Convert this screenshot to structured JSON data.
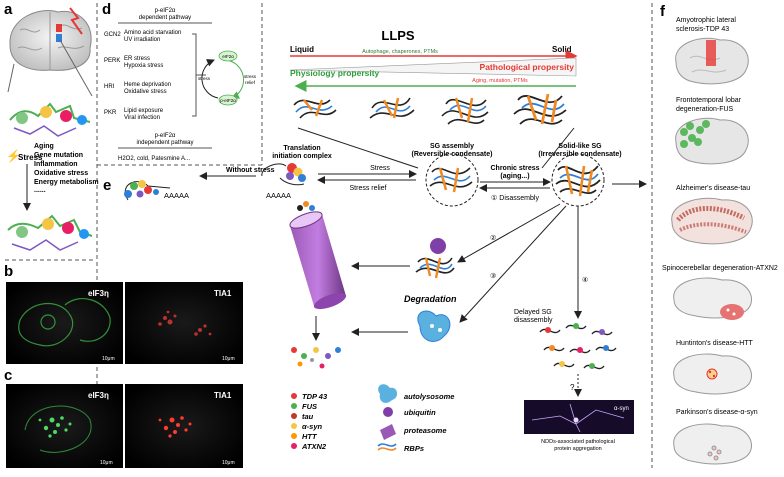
{
  "panels": {
    "a": "a",
    "b": "b",
    "c": "c",
    "d": "d",
    "e": "e",
    "f": "f"
  },
  "panel_a": {
    "stress_label": "Stress",
    "factors": [
      "Aging",
      "Gene mutation",
      "Inflammation",
      "Oxidative stress",
      "Energy metabolism"
    ],
    "dots": "......"
  },
  "panel_b": {
    "left_label": "eIF3η",
    "right_label": "TIA1",
    "scale_left": "10μm",
    "scale_right": "10μm"
  },
  "panel_c": {
    "left_label": "eIF3η",
    "right_label": "TIA1",
    "scale_left": "10μm",
    "scale_right": "10μm"
  },
  "panel_d": {
    "dependent_title": "p-eIF2α\ndependent pathway",
    "kinases": [
      {
        "name": "GCN2",
        "stimuli": [
          "Amino acid starvation",
          "UV irradiation"
        ]
      },
      {
        "name": "PERK",
        "stimuli": [
          "ER stress",
          "Hypoxia stress"
        ]
      },
      {
        "name": "HRI",
        "stimuli": [
          "Heme deprivation",
          "Oxidative stress"
        ]
      },
      {
        "name": "PKR",
        "stimuli": [
          "Lipid exposure",
          "Viral infection"
        ]
      }
    ],
    "cycle": {
      "top": "eIF2α",
      "bottom": "p-eIF2α",
      "left": "stress",
      "right": "stress relief"
    },
    "independent_title": "p-eIF2α\nindependent pathway",
    "independent_items": "H2O2, cold, Patesmine A..."
  },
  "llps": {
    "title": "LLPS",
    "liquid": "Liquid",
    "solid": "Solid",
    "top_arrow": "Autophage, chaperones, PTMs",
    "bottom_arrow": "Aging, mutation, PTMs",
    "physiology": "Physiology propersity",
    "pathological": "Pathological propersity"
  },
  "panel_e": {
    "translation_complex": "Translation\ninitiation complex",
    "without_stress": "Without stress",
    "polyA": "AAAAA",
    "stress": "Stress",
    "stress_relief": "Stress relief",
    "sg_assembly": "SG assembly",
    "reversible": "(Reversible condensate)",
    "solid_sg": "Solid-like SG",
    "irreversible": "(Irreversible condensate)",
    "chronic": "Chronic stress",
    "aging": "(aging...)",
    "disassembly": "① Disassembly",
    "step2": "②",
    "step3": "③",
    "step4": "④",
    "degradation": "Degradation",
    "delayed": "Delayed SG\ndisassembly",
    "question": "?",
    "asyn": "α-syn",
    "ndd": "NDDs-associated pathological\nprotein aggregation"
  },
  "legend_left": [
    "TDP 43",
    "FUS",
    "tau",
    "α-syn",
    "HTT",
    "ATXN2"
  ],
  "legend_right": [
    "autolysosome",
    "ubiquitin",
    "proteasome",
    "RBPs"
  ],
  "diseases": [
    "Amyotrophic lateral\nsclerosis-TDP 43",
    "Frontotemporal lobar\ndegeneration-FUS",
    "Alzheimer's disease-tau",
    "Spinocerebellar degeneration-ATXN2",
    "Huntinton's disease-HTT",
    "Parkinson's disease-α-syn"
  ],
  "colors": {
    "red": "#e53935",
    "green": "#4caf50",
    "orange": "#f08a24",
    "blue": "#2f7fd8",
    "purple": "#7e3fa6",
    "dark": "#222222"
  }
}
